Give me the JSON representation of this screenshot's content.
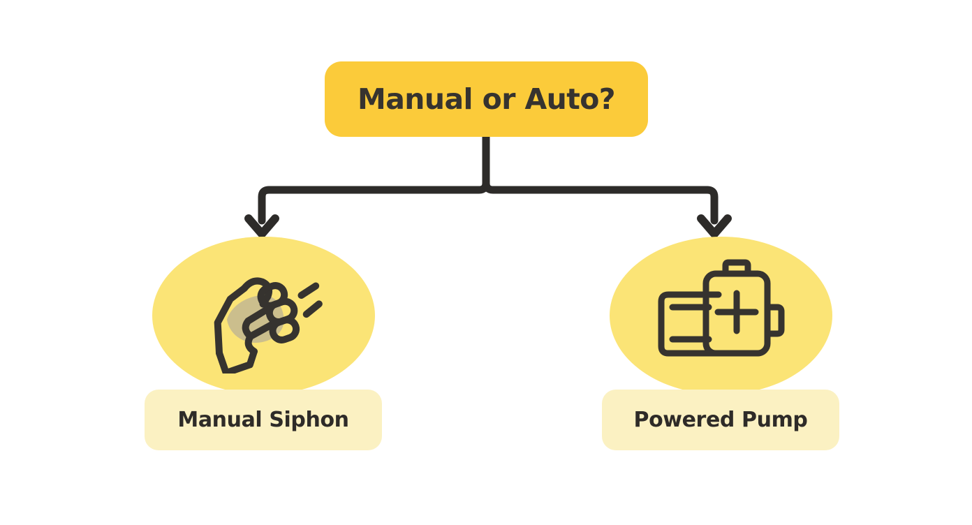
{
  "diagram": {
    "type": "decision-tree",
    "background_color": "#FFFFFF",
    "root": {
      "label": "Manual or Auto?",
      "fill_color": "#FBCB3A",
      "text_color": "#36332F"
    },
    "connector": {
      "color": "#2D2B29",
      "style": "orthogonal-split-with-arrowheads",
      "branch_count": 2
    },
    "options": [
      {
        "id": "manual-siphon",
        "label": "Manual Siphon",
        "icon": "squeezing-hand-icon",
        "ellipse_color": "#FBE476",
        "label_bar_color": "#FBF1C2",
        "text_color": "#2E2B28",
        "icon_stroke_color": "#36332F",
        "icon_accent_color": "#C8BC8E"
      },
      {
        "id": "powered-pump",
        "label": "Powered Pump",
        "icon": "battery-pump-icon",
        "ellipse_color": "#FBE476",
        "label_bar_color": "#FBF1C2",
        "text_color": "#2E2B28",
        "icon_stroke_color": "#36332F",
        "icon_accent_color": "#C8BC8E"
      }
    ]
  }
}
